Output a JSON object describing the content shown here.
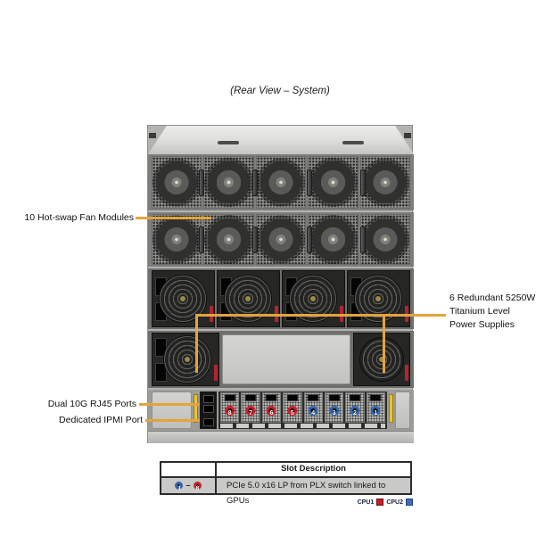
{
  "figure": {
    "title": "(Rear View – System)"
  },
  "callouts": {
    "fans_label": "10 Hot-swap Fan Modules",
    "psu_label_line1": "6 Redundant 5250W",
    "psu_label_line2": "Titanium Level",
    "psu_label_line3": "Power Supplies",
    "rj45_label": "Dual 10G RJ45 Ports",
    "ipmi_label": "Dedicated IPMI Port"
  },
  "slots": {
    "items": [
      {
        "label": "8",
        "cpu": "CPU1"
      },
      {
        "label": "7",
        "cpu": "CPU1"
      },
      {
        "label": "6",
        "cpu": "CPU1"
      },
      {
        "label": "5",
        "cpu": "CPU1"
      },
      {
        "label": "4",
        "cpu": "CPU2"
      },
      {
        "label": "3",
        "cpu": "CPU2"
      },
      {
        "label": "2",
        "cpu": "CPU2"
      },
      {
        "label": "1",
        "cpu": "CPU2"
      }
    ]
  },
  "table": {
    "header_slot_description": "Slot Description",
    "range_start": "1",
    "range_separator": "–",
    "range_end": "8",
    "description": "PCIe 5.0 x16 LP from PLX switch linked to GPUs"
  },
  "legend": {
    "cpu1_label": "CPU1",
    "cpu2_label": "CPU2"
  },
  "colors": {
    "callout_line": "#E5A33B",
    "cpu1_red": "#C8202A",
    "cpu2_blue": "#3365AE"
  }
}
